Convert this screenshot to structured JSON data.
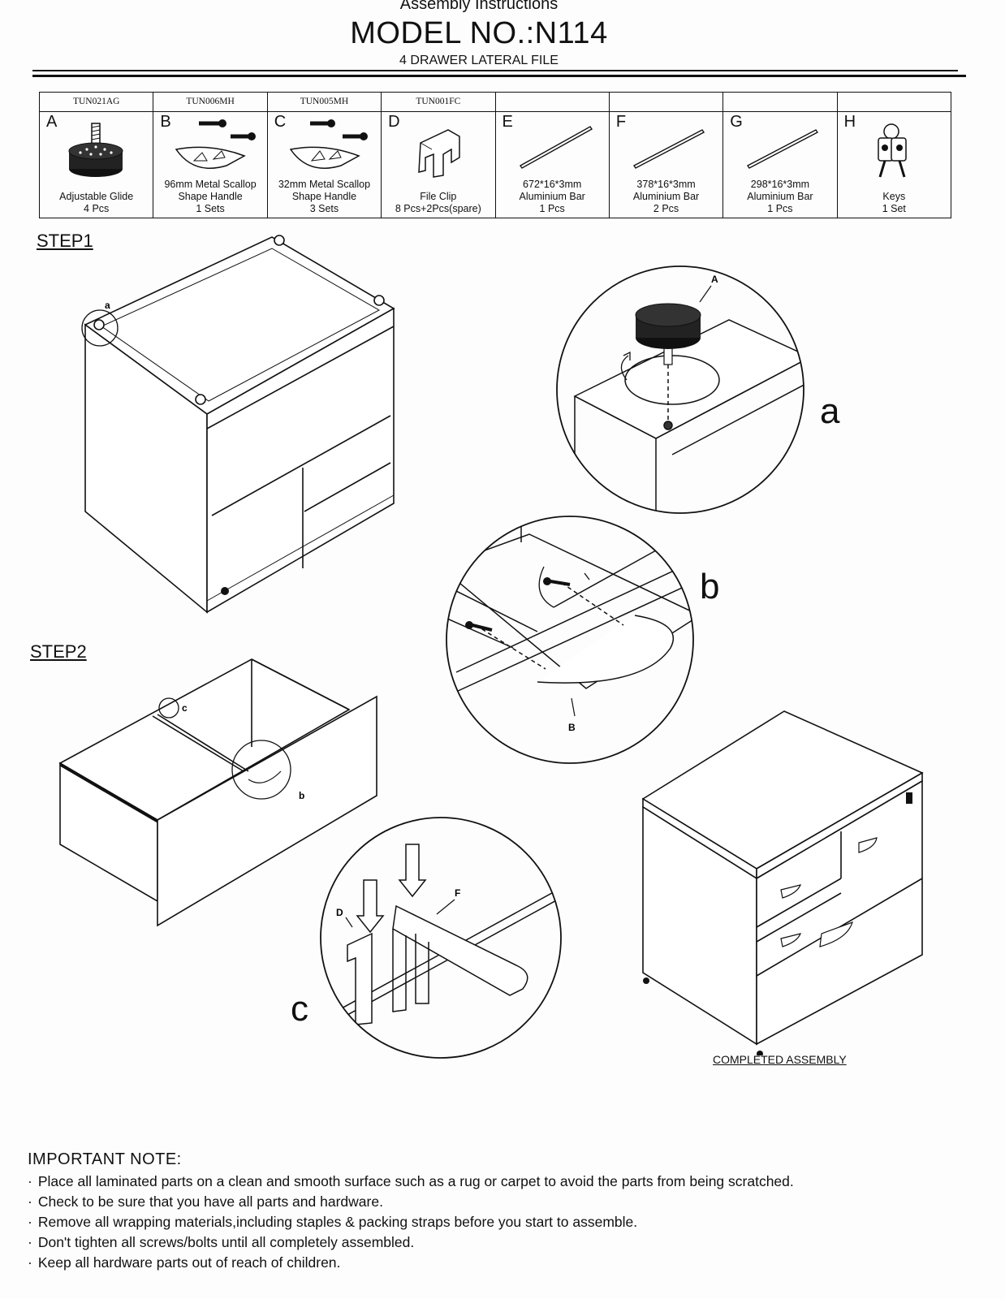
{
  "header": {
    "subtitle": "Assembly Instructions",
    "title": "MODEL NO.:N114",
    "description": "4 DRAWER LATERAL FILE"
  },
  "parts": [
    {
      "code": "TUN021AG",
      "letter": "A",
      "name": "Adjustable Glide",
      "qty": "4 Pcs",
      "icon": "glide-icon"
    },
    {
      "code": "TUN006MH",
      "letter": "B",
      "name": "96mm Metal Scallop",
      "name2": "Shape Handle",
      "qty": "1 Sets",
      "icon": "scallop-handle-icon"
    },
    {
      "code": "TUN005MH",
      "letter": "C",
      "name": "32mm Metal Scallop",
      "name2": "Shape Handle",
      "qty": "3 Sets",
      "icon": "scallop-handle-icon"
    },
    {
      "code": "TUN001FC",
      "letter": "D",
      "name": "File Clip",
      "qty": "8 Pcs+2Pcs(spare)",
      "icon": "file-clip-icon"
    },
    {
      "code": "",
      "letter": "E",
      "name": "672*16*3mm",
      "name2": "Aluminium Bar",
      "qty": "1 Pcs",
      "icon": "aluminium-bar-icon"
    },
    {
      "code": "",
      "letter": "F",
      "name": "378*16*3mm",
      "name2": "Aluminium Bar",
      "qty": "2 Pcs",
      "icon": "aluminium-bar-icon"
    },
    {
      "code": "",
      "letter": "G",
      "name": "298*16*3mm",
      "name2": "Aluminium Bar",
      "qty": "1 Pcs",
      "icon": "aluminium-bar-icon"
    },
    {
      "code": "",
      "letter": "H",
      "name": "Keys",
      "qty": "1 Set",
      "icon": "keys-icon"
    }
  ],
  "steps": {
    "step1": "STEP1",
    "step2": "STEP2"
  },
  "callouts": {
    "a": "a",
    "b": "b",
    "c": "c",
    "label_A": "A",
    "label_B": "B",
    "label_D": "D",
    "label_F": "F"
  },
  "completed_label": "COMPLETED ASSEMBLY",
  "notes": {
    "heading": "IMPORTANT  NOTE:",
    "items": [
      "Place all laminated parts on a clean and smooth surface such as a rug or carpet to avoid the parts from being scratched.",
      "Check to be sure that you have all parts and hardware.",
      "Remove all wrapping materials,including staples & packing straps before you start to assemble.",
      "Don't tighten all screws/bolts until all completely assembled.",
      "Keep all hardware parts out of reach of children."
    ]
  }
}
